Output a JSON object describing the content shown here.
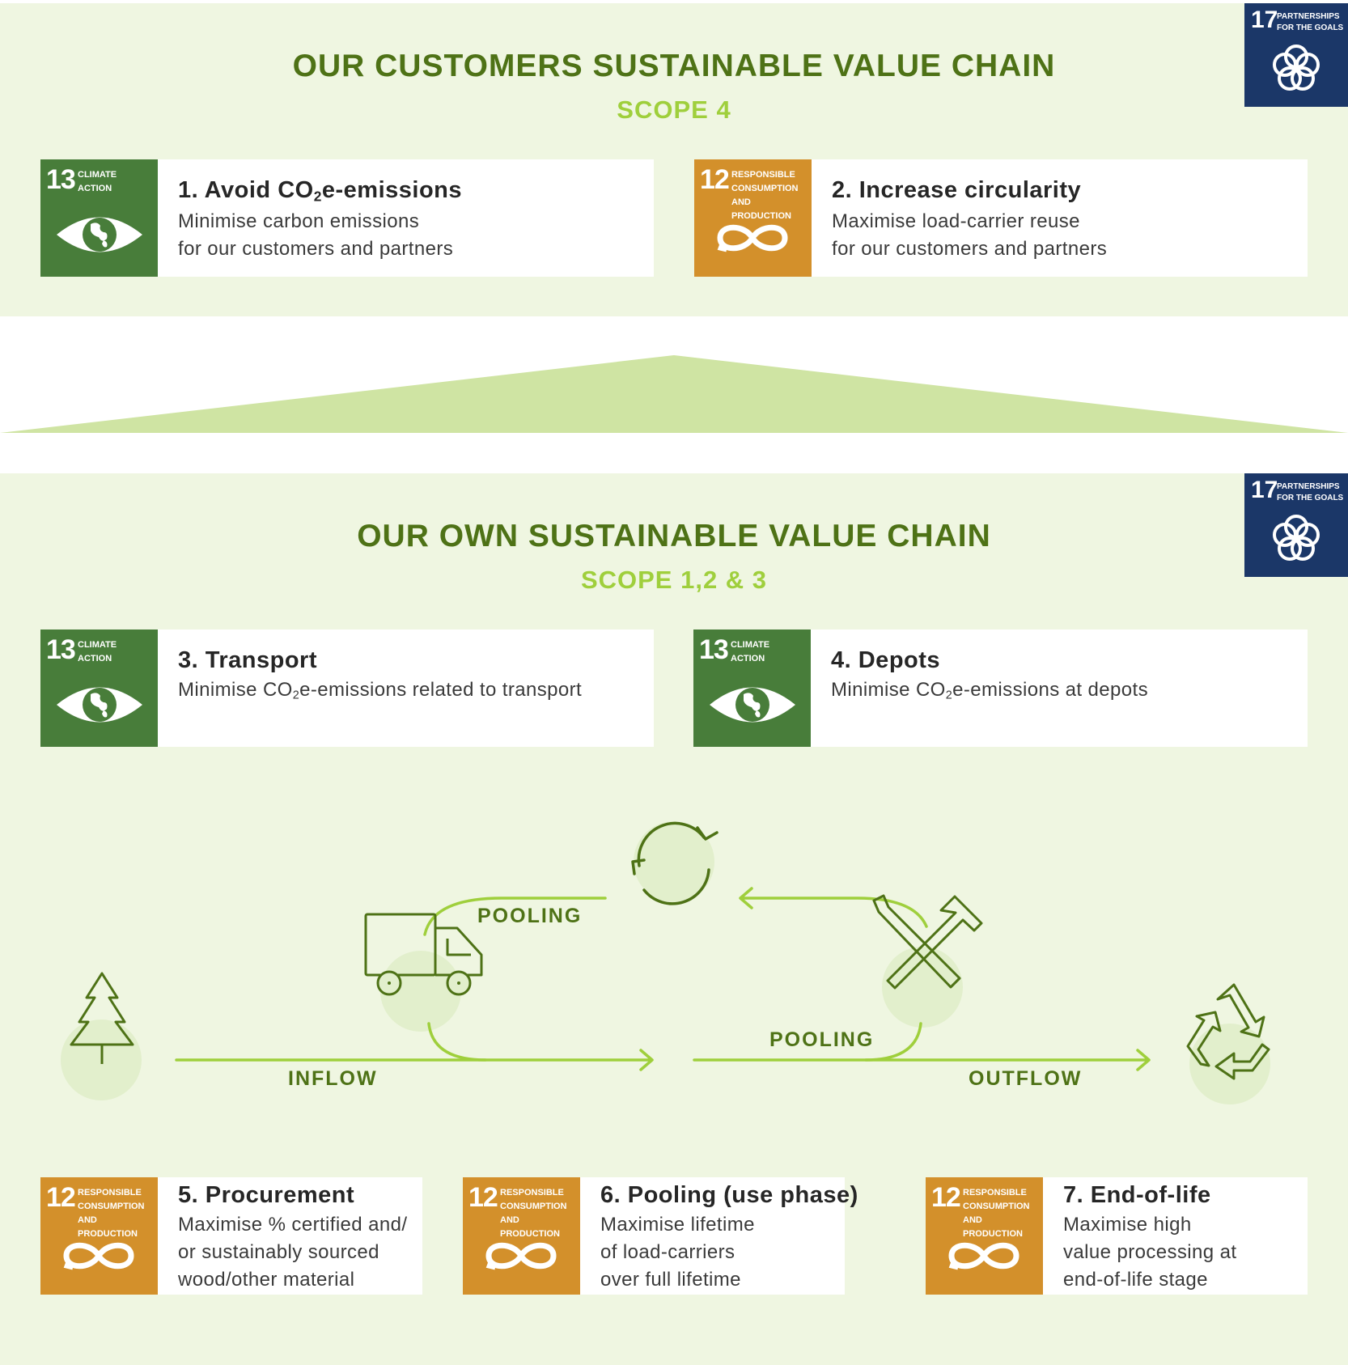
{
  "customers": {
    "title": "OUR CUSTOMERS SUSTAINABLE VALUE CHAIN",
    "scope": "SCOPE 4",
    "sdg17": {
      "number": "17",
      "label_line1": "PARTNERSHIPS",
      "label_line2": "FOR THE GOALS",
      "icon": "flower-rings-icon"
    },
    "cards": [
      {
        "sdg": {
          "number": "13",
          "line1": "CLIMATE",
          "line2": "ACTION",
          "line3": "",
          "icon": "eye-globe-icon",
          "color": "#487d3a"
        },
        "title_pre": "1. Avoid CO",
        "title_sub": "2",
        "title_post": "e-emissions",
        "desc1": "Minimise carbon emissions",
        "desc2": "for our customers and partners"
      },
      {
        "sdg": {
          "number": "12",
          "line1": "RESPONSIBLE",
          "line2": "CONSUMPTION",
          "line3": "AND PRODUCTION",
          "icon": "infinity-icon",
          "color": "#d3902b"
        },
        "title": "2. Increase circularity",
        "desc1": "Maximise load-carrier reuse",
        "desc2": "for our customers and partners"
      }
    ]
  },
  "own": {
    "title": "OUR OWN SUSTAINABLE VALUE CHAIN",
    "scope": "SCOPE 1,2 & 3",
    "sdg17": {
      "number": "17",
      "label_line1": "PARTNERSHIPS",
      "label_line2": "FOR THE GOALS",
      "icon": "flower-rings-icon"
    },
    "cards_top": [
      {
        "sdg": {
          "number": "13",
          "line1": "CLIMATE",
          "line2": "ACTION",
          "icon": "eye-globe-icon"
        },
        "title": "3. Transport",
        "desc_pre": "Minimise CO",
        "desc_sub": "2",
        "desc_post": "e-emissions related to transport"
      },
      {
        "sdg": {
          "number": "13",
          "line1": "CLIMATE",
          "line2": "ACTION",
          "icon": "eye-globe-icon"
        },
        "title": "4. Depots",
        "desc_pre": "Minimise CO",
        "desc_sub": "2",
        "desc_post": "e-emissions at depots"
      }
    ],
    "flow": {
      "pooling_top": "POOLING",
      "pooling_bottom": "POOLING",
      "inflow": "INFLOW",
      "outflow": "OUTFLOW",
      "icons": [
        "tree-icon",
        "truck-icon",
        "cycle-arrows-icon",
        "tools-icon",
        "recycle-icon"
      ],
      "colors": {
        "line": "#9fcf3c",
        "icon": "#4e7216",
        "circle": "#e2efcc"
      }
    },
    "cards_bottom": [
      {
        "sdg": {
          "number": "12",
          "line1": "RESPONSIBLE",
          "line2": "CONSUMPTION",
          "line3": "AND PRODUCTION",
          "icon": "infinity-icon"
        },
        "title": "5. Procurement",
        "desc1": "Maximise % certified and/",
        "desc2": "or sustainably sourced",
        "desc3": "wood/other material"
      },
      {
        "sdg": {
          "number": "12",
          "line1": "RESPONSIBLE",
          "line2": "CONSUMPTION",
          "line3": "AND PRODUCTION",
          "icon": "infinity-icon"
        },
        "title": "6. Pooling (use phase)",
        "desc1": "Maximise lifetime",
        "desc2": "of load-carriers",
        "desc3": "over full lifetime"
      },
      {
        "sdg": {
          "number": "12",
          "line1": "RESPONSIBLE",
          "line2": "CONSUMPTION",
          "line3": "AND PRODUCTION",
          "icon": "infinity-icon"
        },
        "title": "7. End-of-life",
        "desc1": "Maximise high",
        "desc2": "value processing at",
        "desc3": "end-of-life stage"
      }
    ]
  },
  "colors": {
    "panel_bg": "#eff6e1",
    "heading": "#4e7216",
    "scope": "#9fcf3c",
    "connector": "#cfe4a3",
    "sdg13": "#487d3a",
    "sdg12": "#d3902b",
    "sdg17": "#1b3768"
  }
}
